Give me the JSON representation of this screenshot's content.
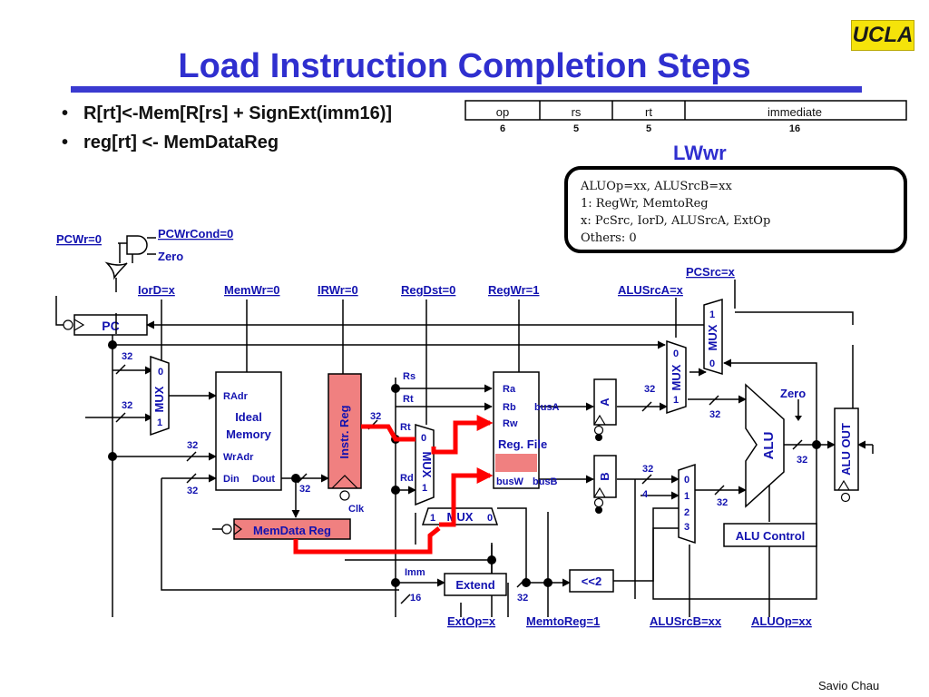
{
  "logo": "UCLA",
  "title": "Load Instruction Completion Steps",
  "bullets": [
    "R[rt]<-Mem[R[rs] + SignExt(imm16)]",
    "reg[rt] <- MemDataReg"
  ],
  "format": {
    "fields": [
      "op",
      "rs",
      "rt",
      "immediate"
    ],
    "widths": [
      "6",
      "5",
      "5",
      "16"
    ]
  },
  "state_name": "LWwr",
  "state_box": [
    "ALUOp=xx, ALUSrcB=xx",
    "1: RegWr, MemtoReg",
    "x: PcSrc, IorD, ALUSrcA, ExtOp",
    "Others: 0"
  ],
  "signals": {
    "pcwr": "PCWr=0",
    "pcwrcond": "PCWrCond=0",
    "zero_in": "Zero",
    "iord": "IorD=x",
    "memwr": "MemWr=0",
    "irwr": "IRWr=0",
    "regdst": "RegDst=0",
    "regwr": "RegWr=1",
    "alusrca": "ALUSrcA=x",
    "pcsrc": "PCSrc=x",
    "extop": "ExtOp=x",
    "memtoreg": "MemtoReg=1",
    "alusrcb": "ALUSrcB=xx",
    "aluop": "ALUOp=xx"
  },
  "blocks": {
    "pc": "PC",
    "mem_radr": "RAdr",
    "mem_ideal": "Ideal",
    "mem_memory": "Memory",
    "mem_wradr": "WrAdr",
    "mem_din": "Din",
    "mem_dout": "Dout",
    "ir": "Instr. Reg",
    "clk": "Clk",
    "mdr": "MemData Reg",
    "rf_ra": "Ra",
    "rf_rb": "Rb",
    "rf_rw": "Rw",
    "rf_busa": "busA",
    "rf_title": "Reg. File",
    "rf_busw": "busW",
    "rf_busb": "busB",
    "reg_a": "A",
    "reg_b": "B",
    "alu": "ALU",
    "zero": "Zero",
    "aluout": "ALU OUT",
    "alu_control": "ALU Control",
    "extend": "Extend",
    "shift": "<<2",
    "mux": "MUX",
    "rs": "Rs",
    "rt_top": "Rt",
    "rt_mux": "Rt",
    "rd": "Rd",
    "imm": "Imm"
  },
  "mux_inputs": {
    "zero": "0",
    "one": "1",
    "two": "2",
    "three": "3",
    "four": "4"
  },
  "bus_widths": {
    "w32": "32",
    "w16": "16"
  },
  "credit": "Savio Chau"
}
